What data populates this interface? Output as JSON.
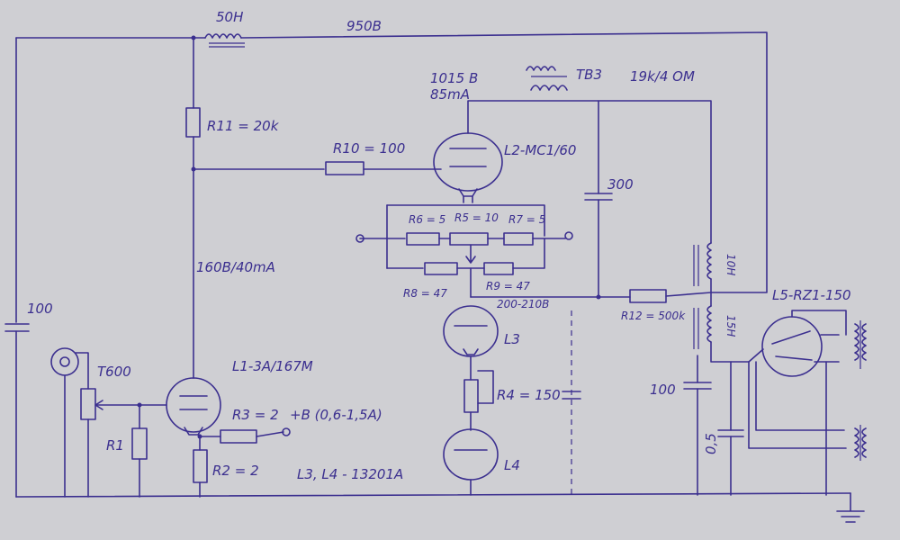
{
  "labels": {
    "choke_50h": "50H",
    "v950": "950B",
    "tb3": "TB3",
    "ohm19k": "19k/4 OM",
    "l2_v": "1015 B",
    "l2_ma": "85mA",
    "l2_name": "L2-MC1/60",
    "r11": "R11 = 20k",
    "r10": "R10 = 100",
    "c300": "300",
    "r6": "R6 = 5",
    "r5": "R5 = 10",
    "r7": "R7 = 5",
    "r8": "R8 = 47",
    "r9": "R9 = 47",
    "v200": "200-210B",
    "l3": "L3",
    "r12": "R12 = 500k",
    "l5_name": "L5-RZ1-150",
    "h10": "10H",
    "h15": "15H",
    "c100_left": "100",
    "t600": "T600",
    "v160": "160B/40mA",
    "l1_name": "L1-3A/167M",
    "r4": "R4 = 150",
    "r3": "R3 = 2",
    "supply": "+B (0,6-1,5A)",
    "r1": "R1",
    "r2": "R2 = 2",
    "l34": "L3, L4 - 13201A",
    "l4": "L4",
    "c100_right": "100",
    "c05": "0,5"
  },
  "colors": {
    "ink": "#3b2f8f",
    "paper": "#cfcfd3"
  }
}
